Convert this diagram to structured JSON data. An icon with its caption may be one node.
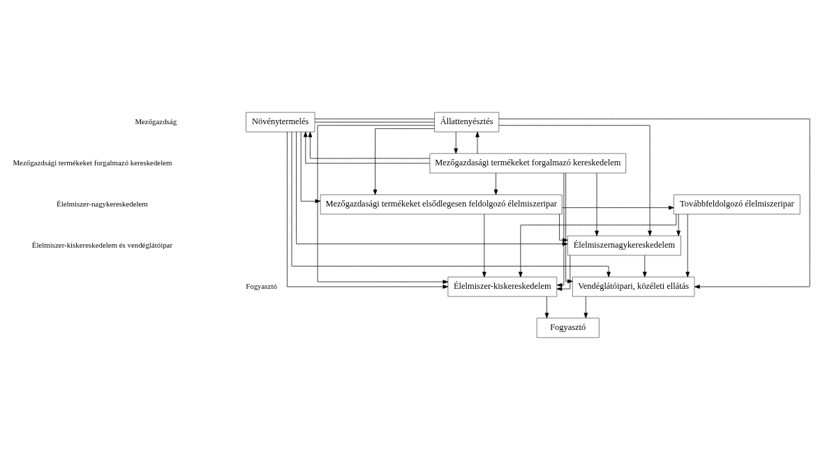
{
  "diagram": {
    "nodes": [
      {
        "text": [
          "Növénytermelés"
        ]
      },
      {
        "text": [
          "Állattenyésztés"
        ]
      },
      {
        "text": [
          "Mezőgazdasági termékeket forgalmazó kereskedelem"
        ]
      },
      {
        "text": [
          "Mezőgazdasági termékeket elsődlegesen feldolgozó élelmiszeripar"
        ]
      },
      {
        "text": [
          "Továbbfeldolgozó élelmiszeripar"
        ]
      },
      {
        "text": [
          "Élelmiszernagykereskedelem"
        ]
      },
      {
        "text": [
          "Élelmiszer-kiskereskedelem"
        ]
      },
      {
        "text": [
          "Vendéglátóipari, közéleti ellátás"
        ]
      },
      {
        "text": [
          "Fogyasztó"
        ]
      }
    ],
    "edges": [
      {
        "from": 0,
        "to": 1,
        "arrow": "none"
      },
      {
        "from": 0,
        "to": 1,
        "arrow": "none"
      },
      {
        "from": 2,
        "to": 0,
        "arrow": "to"
      },
      {
        "from": 2,
        "to": 0,
        "arrow": "to"
      },
      {
        "from": 2,
        "to": 1,
        "arrow": "to"
      },
      {
        "from": 1,
        "to": 2,
        "arrow": "to"
      },
      {
        "from": 0,
        "to": 3,
        "arrow": "to"
      },
      {
        "from": 2,
        "to": 3,
        "arrow": "to"
      },
      {
        "from": 1,
        "to": 3,
        "arrow": "to"
      },
      {
        "from": 3,
        "to": 4,
        "arrow": "to"
      },
      {
        "from": 2,
        "to": 5,
        "arrow": "to"
      },
      {
        "from": 2,
        "to": 6,
        "arrow": "to"
      },
      {
        "from": 2,
        "to": 7,
        "arrow": "to"
      },
      {
        "from": 0,
        "to": 5,
        "arrow": "to"
      },
      {
        "from": 3,
        "to": 5,
        "arrow": "to"
      },
      {
        "from": 4,
        "to": 5,
        "arrow": "to"
      },
      {
        "from": 1,
        "to": 5,
        "arrow": "to"
      },
      {
        "from": 3,
        "to": 6,
        "arrow": "to"
      },
      {
        "from": 4,
        "to": 6,
        "arrow": "to"
      },
      {
        "from": 5,
        "to": 6,
        "arrow": "to"
      },
      {
        "from": 0,
        "to": 6,
        "arrow": "to"
      },
      {
        "from": 1,
        "to": 6,
        "arrow": "to"
      },
      {
        "from": 4,
        "to": 7,
        "arrow": "to"
      },
      {
        "from": 5,
        "to": 7,
        "arrow": "to"
      },
      {
        "from": 1,
        "to": 7,
        "arrow": "to"
      },
      {
        "from": 0,
        "to": 7,
        "arrow": "to"
      },
      {
        "from": 6,
        "to": 8,
        "arrow": "to"
      },
      {
        "from": 7,
        "to": 8,
        "arrow": "to"
      }
    ],
    "labels": [
      "Mezőgazdság",
      "Mezőgazdsági termékeket forgalmazó kereskedelem",
      "Élelmiszer-nagykereskedelem",
      "Élelmiszer-kiskereskedelem és vendéglátóipar",
      "Fogyasztó"
    ]
  }
}
